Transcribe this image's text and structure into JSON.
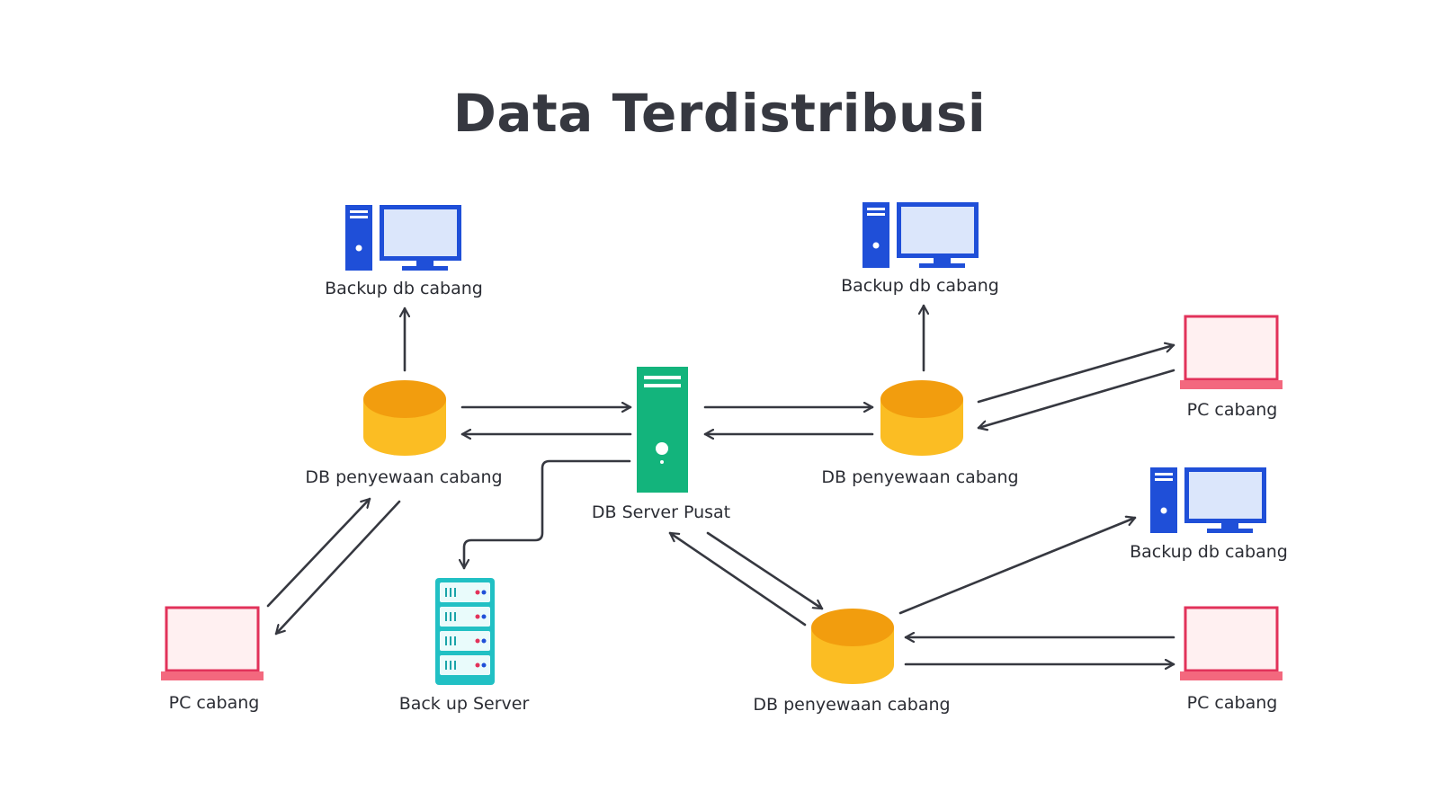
{
  "title": "Data Terdistribusi",
  "colors": {
    "arrow": "#363840",
    "monitor_blue": "#1f4fd8",
    "monitor_screen": "#dbe6fb",
    "cylinder_top": "#f29d0e",
    "cylinder_body": "#fbbd23",
    "server_green": "#13b47c",
    "backup_teal": "#21c0c4",
    "laptop_red": "#e2325a",
    "laptop_screen": "#fff0f1",
    "laptop_base": "#f3687e"
  },
  "nodes": {
    "backup_db_left": {
      "label": "Backup db cabang",
      "icon": "desktop-icon"
    },
    "backup_db_center": {
      "label": "Backup db cabang",
      "icon": "desktop-icon"
    },
    "backup_db_right": {
      "label": "Backup db cabang",
      "icon": "desktop-icon"
    },
    "db_branch_left": {
      "label": "DB penyewaan cabang",
      "icon": "database-icon"
    },
    "db_branch_right": {
      "label": "DB penyewaan cabang",
      "icon": "database-icon"
    },
    "db_branch_bottom": {
      "label": "DB penyewaan cabang",
      "icon": "database-icon"
    },
    "db_server_pusat": {
      "label": "DB Server Pusat",
      "icon": "server-tower-icon"
    },
    "backup_server": {
      "label": "Back up Server",
      "icon": "server-rack-icon"
    },
    "pc_left": {
      "label": "PC cabang",
      "icon": "laptop-icon"
    },
    "pc_right_top": {
      "label": "PC cabang",
      "icon": "laptop-icon"
    },
    "pc_right_bottom": {
      "label": "PC cabang",
      "icon": "laptop-icon"
    }
  }
}
